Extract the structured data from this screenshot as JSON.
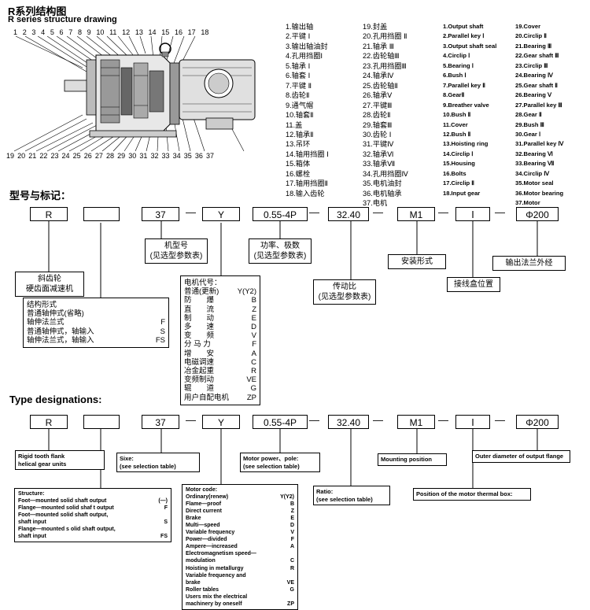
{
  "header": {
    "title_cn": "R系列结构图",
    "title_en": "R series structure drawing"
  },
  "drawing": {
    "top_numbers": "1 2 3 4 5 6 7 8 9 10 11 12 13 14 15 16 17 18",
    "bottom_numbers": "19 20 21 22 23 24 25 26 27 28 29 30 31 32 33 34 35 36 37"
  },
  "parts_cn_col1": [
    "1.输出轴",
    "2.平键 Ⅰ",
    "3.输出轴油封",
    "4.孔用挡圈Ⅰ",
    "5.轴承 Ⅰ",
    "6.轴套 Ⅰ",
    "7.平键 Ⅱ",
    "8.齿轮Ⅱ",
    "9.通气帽",
    "10.轴套Ⅱ",
    "11.盖",
    "12.轴承Ⅱ",
    "13.吊环",
    "14.轴用挡圈 Ⅰ",
    "15.箱体",
    "16.螺栓",
    "17.轴用挡圈Ⅱ",
    "18.输入齿轮"
  ],
  "parts_cn_col2": [
    "19.封盖",
    "20.孔用挡圈 Ⅱ",
    "21.轴承 Ⅲ",
    "22.齿轮轴Ⅲ",
    "23.孔用挡圈Ⅲ",
    "24.轴承Ⅳ",
    "25.齿轮轴Ⅱ",
    "26.轴承Ⅴ",
    "27.平键Ⅲ",
    "28.齿轮Ⅱ",
    "29.轴套Ⅲ",
    "30.齿轮 Ⅰ",
    "31.平键Ⅳ",
    "32.轴承Ⅵ",
    "33.轴承Ⅶ",
    "34.孔用挡圈Ⅳ",
    "35.电机油封",
    "36.电机轴承",
    "37.电机"
  ],
  "parts_en_col1": [
    "1.Output shaft",
    "2.Parallel key Ⅰ",
    "3.Output shaft seal",
    "4.Circlip Ⅰ",
    "5.Bearing Ⅰ",
    "6.Bush Ⅰ",
    "7.Parallel key Ⅱ",
    "8.GearⅡ",
    "9.Breather valve",
    "10.Bush Ⅱ",
    "11.Cover",
    "12.Bush Ⅱ",
    "13.Hoisting ring",
    "14.Circlip Ⅰ",
    "15.Housing",
    "16.Bolts",
    "17.Circlip Ⅱ",
    "18.Input gear"
  ],
  "parts_en_col2": [
    "19.Cover",
    "20.Circlip Ⅱ",
    "21.Bearing Ⅲ",
    "22.Gear shaft Ⅲ",
    "23.Circlip Ⅲ",
    "24.Bearing Ⅳ",
    "25.Gear shaft Ⅱ",
    "26.Bearing Ⅴ",
    "27.Parallel key Ⅲ",
    "28.Gear Ⅱ",
    "29.Bush Ⅲ",
    "30.Gear Ⅰ",
    "31.Parallel key Ⅳ",
    "32.Bearing Ⅵ",
    "33.Bearing Ⅶ",
    "34.Circlip Ⅳ",
    "35.Motor seal",
    "36.Motor bearing",
    "37.Motor"
  ],
  "cn_section": {
    "title": "型号与标记：",
    "boxes": {
      "b1": "R",
      "b2": "",
      "b3": "37",
      "b4": "Y",
      "b5": "0.55-4P",
      "b6": "32.40",
      "b7": "M1",
      "b8": "Ⅰ",
      "b9": "Φ200"
    },
    "dashes": [
      "—",
      "—",
      "—",
      "—",
      "—",
      "—",
      "—"
    ],
    "labels": {
      "model_line1": "机型号",
      "model_line2": "(见选型参数表)",
      "power_line1": "功率、极数",
      "power_line2": "(见选型参数表)",
      "mount": "安装形式",
      "flange": "输出法兰外经",
      "ratio_line1": "传动比",
      "ratio_line2": "(见选型参数表)",
      "terminal": "接线盒位置",
      "type_line1": "斜齿轮",
      "type_line2": "硬齿面减速机"
    },
    "structure": {
      "title": "结构形式",
      "rows": [
        [
          "普通轴伸式(省略)",
          ""
        ],
        [
          "轴伸法兰式",
          "F"
        ],
        [
          "普通轴伸式，轴输入",
          "S"
        ],
        [
          "轴伸法兰式，轴输入",
          "FS"
        ]
      ]
    },
    "motor": {
      "title": "电机代号：",
      "rows": [
        [
          "普通(更新)",
          "Y(Y2)"
        ],
        [
          "防　　爆",
          "B"
        ],
        [
          "直　　流",
          "Z"
        ],
        [
          "制　　动",
          "E"
        ],
        [
          "多　　速",
          "D"
        ],
        [
          "变　　频",
          "V"
        ],
        [
          "分 马 力",
          "F"
        ],
        [
          "增　　安",
          "A"
        ],
        [
          "电磁调速",
          "C"
        ],
        [
          "冶金起重",
          "R"
        ],
        [
          "变频制动",
          "VE"
        ],
        [
          "辊　　道",
          "G"
        ],
        [
          "用户自配电机",
          "ZP"
        ]
      ]
    }
  },
  "en_section": {
    "title": "Type designations:",
    "boxes": {
      "b1": "R",
      "b2": "",
      "b3": "37",
      "b4": "Y",
      "b5": "0.55-4P",
      "b6": "32.40",
      "b7": "M1",
      "b8": "Ⅰ",
      "b9": "Φ200"
    },
    "labels": {
      "type_line1": "Rigid tooth flank",
      "type_line2": "helical gear units",
      "size_line1": "Sixe:",
      "size_line2": "(see selection table)",
      "power_line1": "Motor power、pole:",
      "power_line2": "(see selection table)",
      "mount": "Mounting position",
      "flange": "Outer diameter of output flange",
      "ratio_line1": "Ratio:",
      "ratio_line2": "(see selection table)",
      "thermal": "Position of the motor thermal box:"
    },
    "structure": {
      "title": "Structure:",
      "rows": [
        [
          "Foot—mounted solid shaft output",
          "(—)"
        ],
        [
          "Flange—mounted solid shaf t output",
          "F"
        ],
        [
          "Foot—mounted solid shaft output,",
          ""
        ],
        [
          "shaft input",
          "S"
        ],
        [
          "Flange—mounted s olid shaft output,",
          ""
        ],
        [
          "shaft input",
          "FS"
        ]
      ]
    },
    "motor": {
      "title": "Motor code:",
      "rows": [
        [
          "Ordinary(renew)",
          "Y(Y2)"
        ],
        [
          "Flame—proof",
          "B"
        ],
        [
          "Direct current",
          "Z"
        ],
        [
          "Brake",
          "E"
        ],
        [
          "Multi—speed",
          "D"
        ],
        [
          "Variable frequency",
          "V"
        ],
        [
          "Power—divided",
          "F"
        ],
        [
          "Ampere—increased",
          "A"
        ],
        [
          "Electromagnetism speed—",
          ""
        ],
        [
          "modulation",
          "C"
        ],
        [
          "Hoisting in metallurgy",
          "R"
        ],
        [
          "Variable frequency and",
          ""
        ],
        [
          "brake",
          "VE"
        ],
        [
          "Roller tables",
          "G"
        ],
        [
          "Users mix the electrical",
          ""
        ],
        [
          "machinery by oneself",
          "ZP"
        ]
      ]
    }
  }
}
